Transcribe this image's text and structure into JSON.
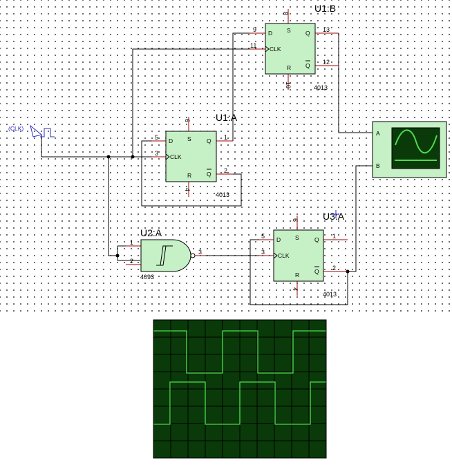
{
  "generator": {
    "label": "(CLK)"
  },
  "parts": {
    "u1b": {
      "ref": "U1:B",
      "part": "4013",
      "pins": {
        "d": "9",
        "clk": "11",
        "s": "8",
        "r": "10",
        "q": "13",
        "qbar": "12"
      }
    },
    "u1a": {
      "ref": "U1:A",
      "part": "4013",
      "pins": {
        "d": "5",
        "clk": "3",
        "s": "6",
        "r": "4",
        "q": "1",
        "qbar": "2"
      }
    },
    "u2a": {
      "ref": "U2:A",
      "part": "4093",
      "pins": {
        "in1": "1",
        "in2": "2",
        "out": "3"
      }
    },
    "u3a": {
      "ref": "U3:A",
      "part": "4013",
      "pins": {
        "d": "5",
        "clk": "3",
        "s": "6",
        "r": "4",
        "q": "1",
        "qbar": "2"
      }
    }
  },
  "ff_labels": {
    "d": "D",
    "s": "S",
    "clk": "CLK",
    "q": "Q",
    "r": "R",
    "qbar": "Q"
  },
  "oscilloscope": {
    "channel_a": "A",
    "channel_b": "B"
  },
  "colors": {
    "component_fill": "#c6f0c6",
    "wire": "#000000",
    "pin_line": "#a00000",
    "scope_screen": "#0a3a0a",
    "scope_grid": "#000000",
    "trace": "#4fdc4f"
  }
}
